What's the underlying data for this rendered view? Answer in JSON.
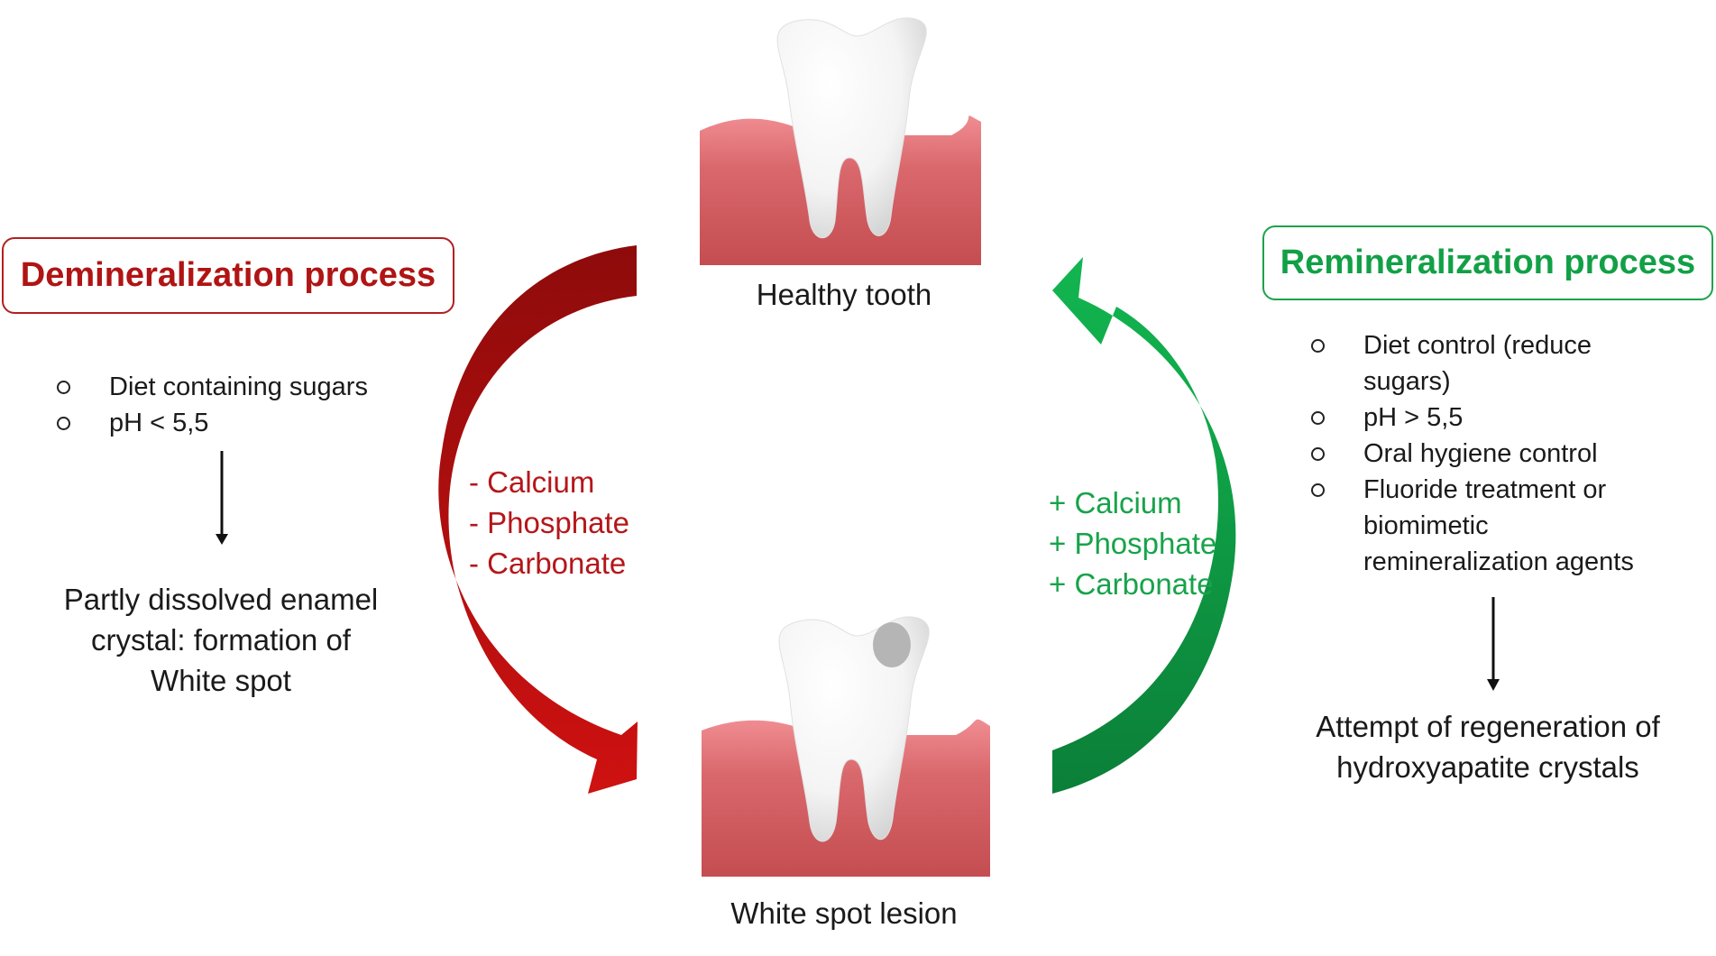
{
  "demineralization": {
    "title": "Demineralization process",
    "conditions": [
      "Diet containing sugars",
      "pH < 5,5"
    ],
    "result_lines": [
      "Partly dissolved enamel",
      "crystal: formation of",
      "White spot"
    ],
    "ions": [
      "- Calcium",
      "- Phosphate",
      "- Carbonate"
    ],
    "color": "#b5161a"
  },
  "remineralization": {
    "title": "Remineralization process",
    "conditions": [
      "Diet control (reduce sugars)",
      "pH > 5,5",
      "Oral hygiene control",
      "Fluoride treatment or biomimetic remineralization agents"
    ],
    "result_lines": [
      "Attempt of regeneration of",
      "hydroxyapatite crystals"
    ],
    "ions": [
      "+ Calcium",
      "+ Phosphate",
      "+ Carbonate"
    ],
    "color": "#17a34a"
  },
  "teeth": {
    "healthy_label": "Healthy tooth",
    "lesion_label": "White spot lesion"
  }
}
